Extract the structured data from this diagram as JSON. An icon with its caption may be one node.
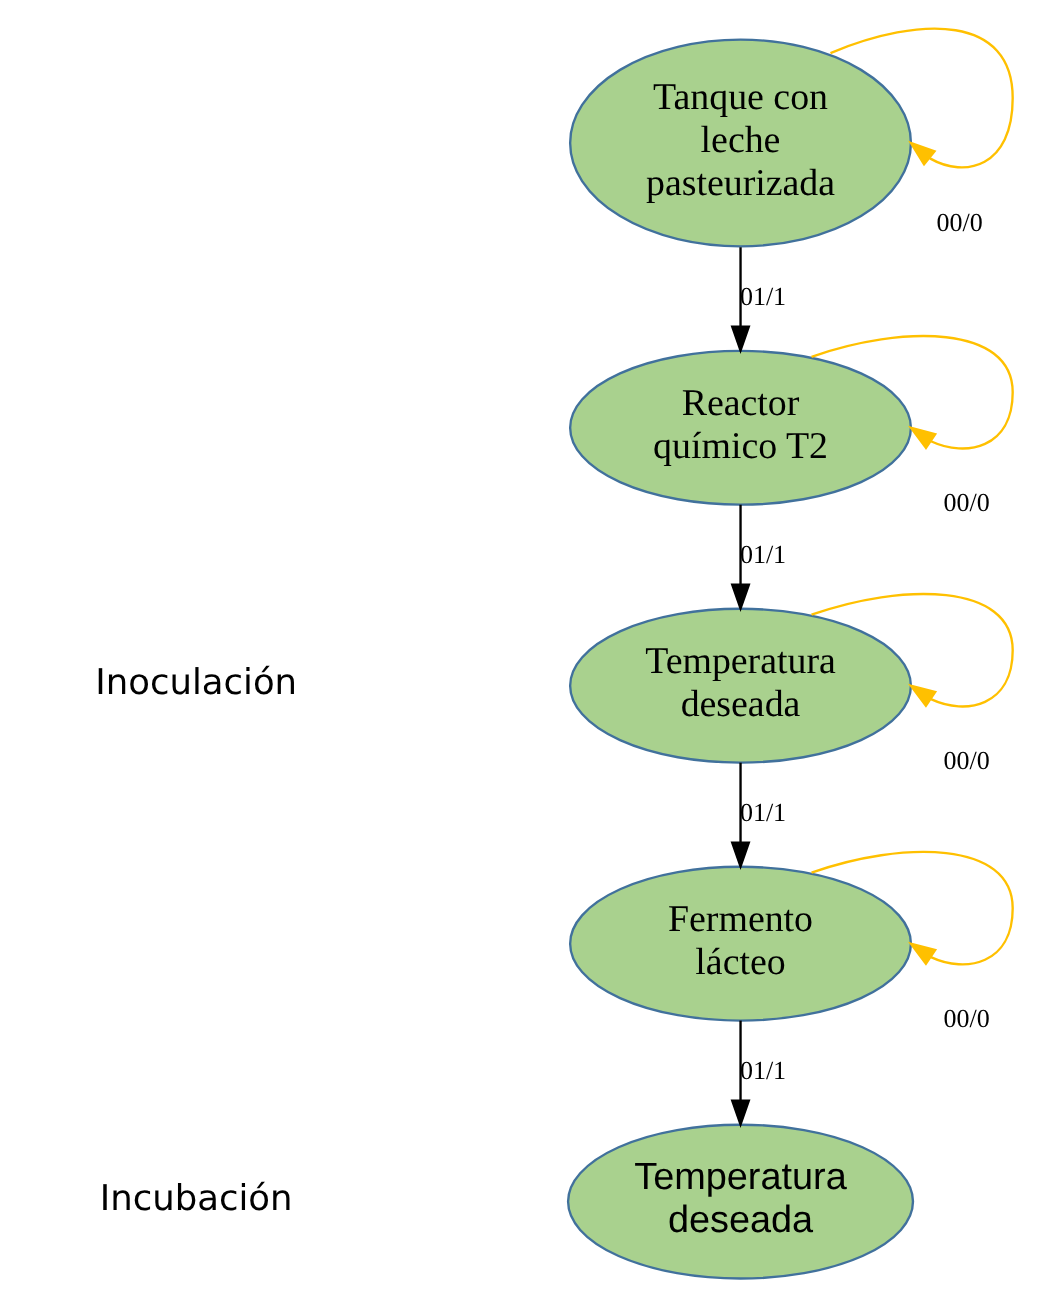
{
  "diagram": {
    "nodes": [
      {
        "text": [
          "Tanque con leche pasteurizada"
        ]
      },
      {
        "text": [
          "Reactor químico T2"
        ]
      },
      {
        "text": [
          "Temperatura deseada"
        ]
      },
      {
        "text": [
          "Fermento lácteo"
        ]
      },
      {
        "text": [
          "Temperatura deseada"
        ]
      }
    ],
    "edges": [
      {
        "from": 0,
        "to": 0,
        "arrow": "to",
        "label": "00/0",
        "color": "#ffc000"
      },
      {
        "from": 0,
        "to": 1,
        "arrow": "to",
        "label": "01/1",
        "color": "#000000"
      },
      {
        "from": 1,
        "to": 1,
        "arrow": "to",
        "label": "00/0",
        "color": "#ffc000"
      },
      {
        "from": 1,
        "to": 2,
        "arrow": "to",
        "label": "01/1",
        "color": "#000000"
      },
      {
        "from": 2,
        "to": 2,
        "arrow": "to",
        "label": "00/0",
        "color": "#ffc000"
      },
      {
        "from": 2,
        "to": 3,
        "arrow": "to",
        "label": "01/1",
        "color": "#000000"
      },
      {
        "from": 3,
        "to": 3,
        "arrow": "to",
        "label": "00/0",
        "color": "#ffc000"
      },
      {
        "from": 3,
        "to": 4,
        "arrow": "to",
        "label": "01/1",
        "color": "#000000"
      }
    ],
    "labels": [
      "Inoculación",
      "Incubación"
    ]
  }
}
